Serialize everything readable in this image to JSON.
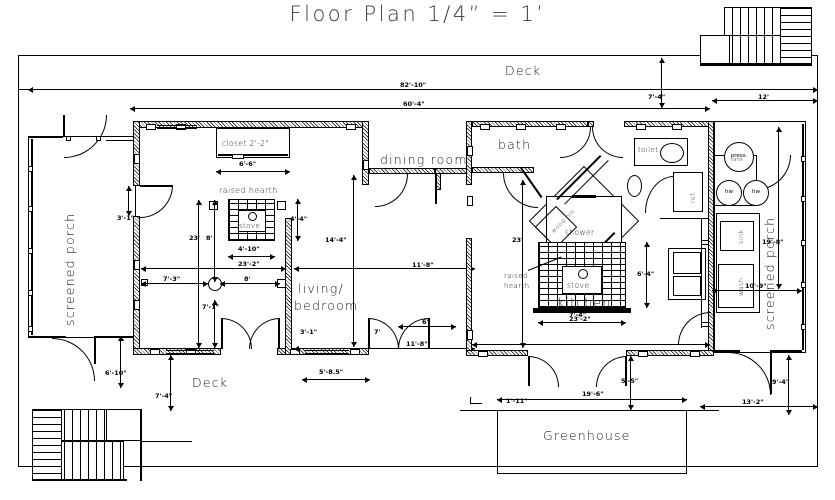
{
  "title": "Floor Plan  1/4” = 1’",
  "rooms": [
    {
      "name": "screened-porch-left",
      "label": "screened porch"
    },
    {
      "name": "living-bedroom",
      "label": "living/"
    },
    {
      "name": "living-bedroom-2",
      "label": "bedroom"
    },
    {
      "name": "dining-room",
      "label": "dining room"
    },
    {
      "name": "bath",
      "label": "bath"
    },
    {
      "name": "kitchen",
      "label": "kitchen"
    },
    {
      "name": "screened-porch-right",
      "label": "screened porch"
    },
    {
      "name": "deck-top",
      "label": "Deck"
    },
    {
      "name": "deck-bottom",
      "label": "Deck"
    },
    {
      "name": "greenhouse",
      "label": "Greenhouse"
    }
  ],
  "fixtures": {
    "closet": "closet  2'-2\"",
    "raised_hearth_left": "raised hearth",
    "stove_left": "stove",
    "raised_hearth_right_l1": "raised",
    "raised_hearth_right_l2": "hearth",
    "stove_right": "stove",
    "shower": "shower",
    "toilet": "toilet",
    "refrigerator": "ref.",
    "wood_bin": "wood bin",
    "press_tank_l1": "press.",
    "press_tank_l2": "tank",
    "hot_water_1": "hw",
    "hot_water_2": "hw",
    "sink": "sink",
    "washer": "wash"
  },
  "dimensions": {
    "overall_width": "82'-10\"",
    "house_width": "60'-4\"",
    "deck_right_offset": "7'-4\"",
    "right_deck_width": "12'",
    "closet_width": "6'-6\"",
    "hearth_left_width": "4'-10\"",
    "hearth_left_height": "4'-4\"",
    "left_room_width": "23'-2\"",
    "left_room_depth": "23'",
    "post_a": "8'",
    "post_b": "8'",
    "post_c": "7'-3\"",
    "porch_door_left": "3'-1\"",
    "lower_left_offset": "7'-1\"",
    "deck_left_offset": "7'-4\"",
    "porch_left_bottom": "6'-10\"",
    "dining_depth": "14'-4\"",
    "dining_width": "11'-8\"",
    "living_bottom_1": "3'-1\"",
    "living_bottom_2": "7'",
    "living_bottom_3": "5'-8.5\"",
    "mid_gap": "6'",
    "lower_mid_width": "11'-8\"",
    "kitchen_depth": "23'",
    "hearth_right_height": "6'-4\"",
    "hearth_right_width": "7'-4\"",
    "kitchen_width": "23'-2\"",
    "greenhouse_offset": "1'-11\"",
    "greenhouse_width": "19'-6\"",
    "greenhouse_right": "5'-5\"",
    "right_porch_depth": "19'-8\"",
    "right_porch_bottom": "10'-9\"",
    "right_bottom": "13'-2\"",
    "right_side_short": "9'-4\""
  },
  "colors": {
    "ink": "#000000",
    "paper": "#ffffff",
    "title": "#3a3a3a"
  }
}
